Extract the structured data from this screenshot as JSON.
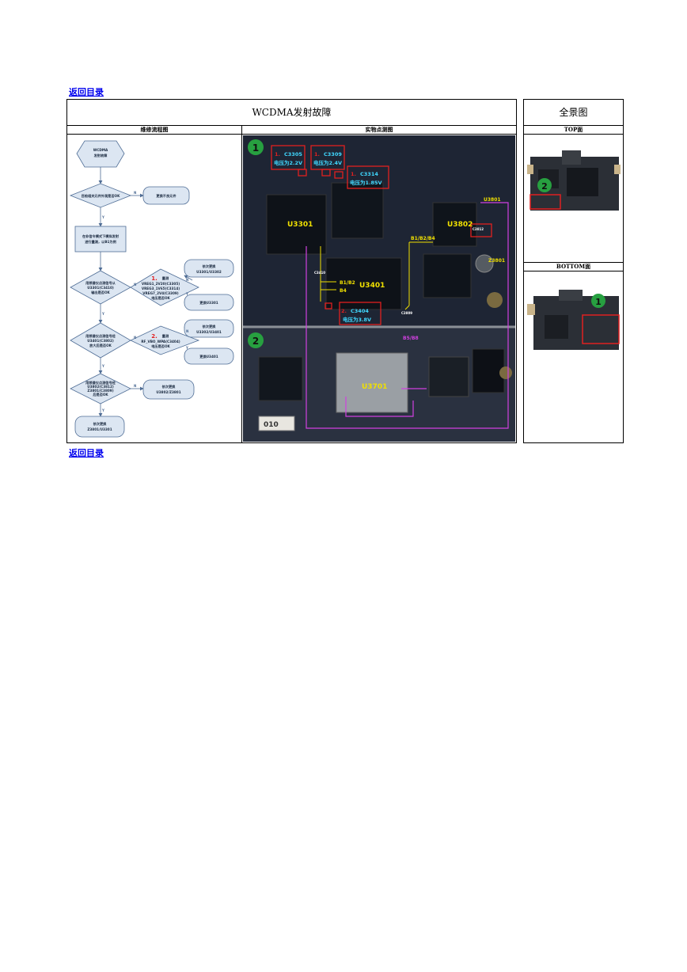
{
  "nav": {
    "back_top": "返回目录",
    "back_bottom": "返回目录"
  },
  "main_table": {
    "title": "WCDMA发射故障",
    "col_flow": "维修流程图",
    "col_points": "实物点测图"
  },
  "side_table": {
    "title": "全景图",
    "top_label": "TOP面",
    "bottom_label": "BOTTOM面"
  },
  "flowchart": {
    "start": [
      "WCDMA",
      "发射故障"
    ],
    "decision1": "目检相关元件外观是否OK",
    "action1": "更换不良元件",
    "process1": [
      "在非信令模式下模拟发射",
      "进行量测，以B1为例"
    ],
    "decision2": [
      "用频谱仪点测信号从",
      "U3301(C3410)",
      "输出是否OK"
    ],
    "check1": {
      "num": "1.",
      "title": "量测",
      "lines": [
        "VREG1_2V20(C3305)",
        "VREG3_1V65(C3314)",
        "VREG7_2V4(C3309)",
        "电压是否OK"
      ]
    },
    "box1": [
      "依次更换",
      "U3301/U3302"
    ],
    "box2": "更换U3301",
    "decision3": [
      "用频谱仪点测信号经",
      "U3401(C3802)",
      "放大后是否OK"
    ],
    "check2": {
      "num": "2.",
      "title": "量测",
      "lines": [
        "RF_VBO_WPA(C3404)",
        "电压是否OK"
      ]
    },
    "box3": [
      "依次更换",
      "U3302/U3401"
    ],
    "box4": "更换U3401",
    "decision4": [
      "用频谱仪点测信号经",
      "U3802(C3812)",
      "Z3801(C3809)",
      "后是否OK"
    ],
    "box5": [
      "依次更换",
      "U3802/Z3801"
    ],
    "end": [
      "依次更换",
      "Z3801/U3301"
    ],
    "yes": "Y",
    "no": "N"
  },
  "board_photo": {
    "badge1": "1",
    "badge2": "2",
    "chips": [
      "U3301",
      "U3401",
      "U3802",
      "U3701",
      "U3801",
      "Z3801"
    ],
    "callouts": [
      {
        "num": "1.",
        "ref": "C3305",
        "text": "电压为2.2V"
      },
      {
        "num": "1.",
        "ref": "C3309",
        "text": "电压为2.4V"
      },
      {
        "num": "1.",
        "ref": "C3314",
        "text": "电压为1.85V"
      },
      {
        "num": "2.",
        "ref": "C3404",
        "text": "电压为3.8V"
      }
    ],
    "nets": [
      "B1/B2",
      "B4",
      "B1/B2/B4",
      "B5/B8",
      "C3410",
      "C3809",
      "C3812"
    ],
    "silkscreen": "010"
  },
  "overview": {
    "top_badge": "2",
    "bottom_badge": "1"
  },
  "colors": {
    "link": "#0000ee",
    "flow_box": "#dce6f2",
    "flow_border": "#4f6d95",
    "callout": "#e02020",
    "net_yellow": "#f0e000",
    "net_magenta": "#d040e0",
    "badge": "#27a040"
  }
}
